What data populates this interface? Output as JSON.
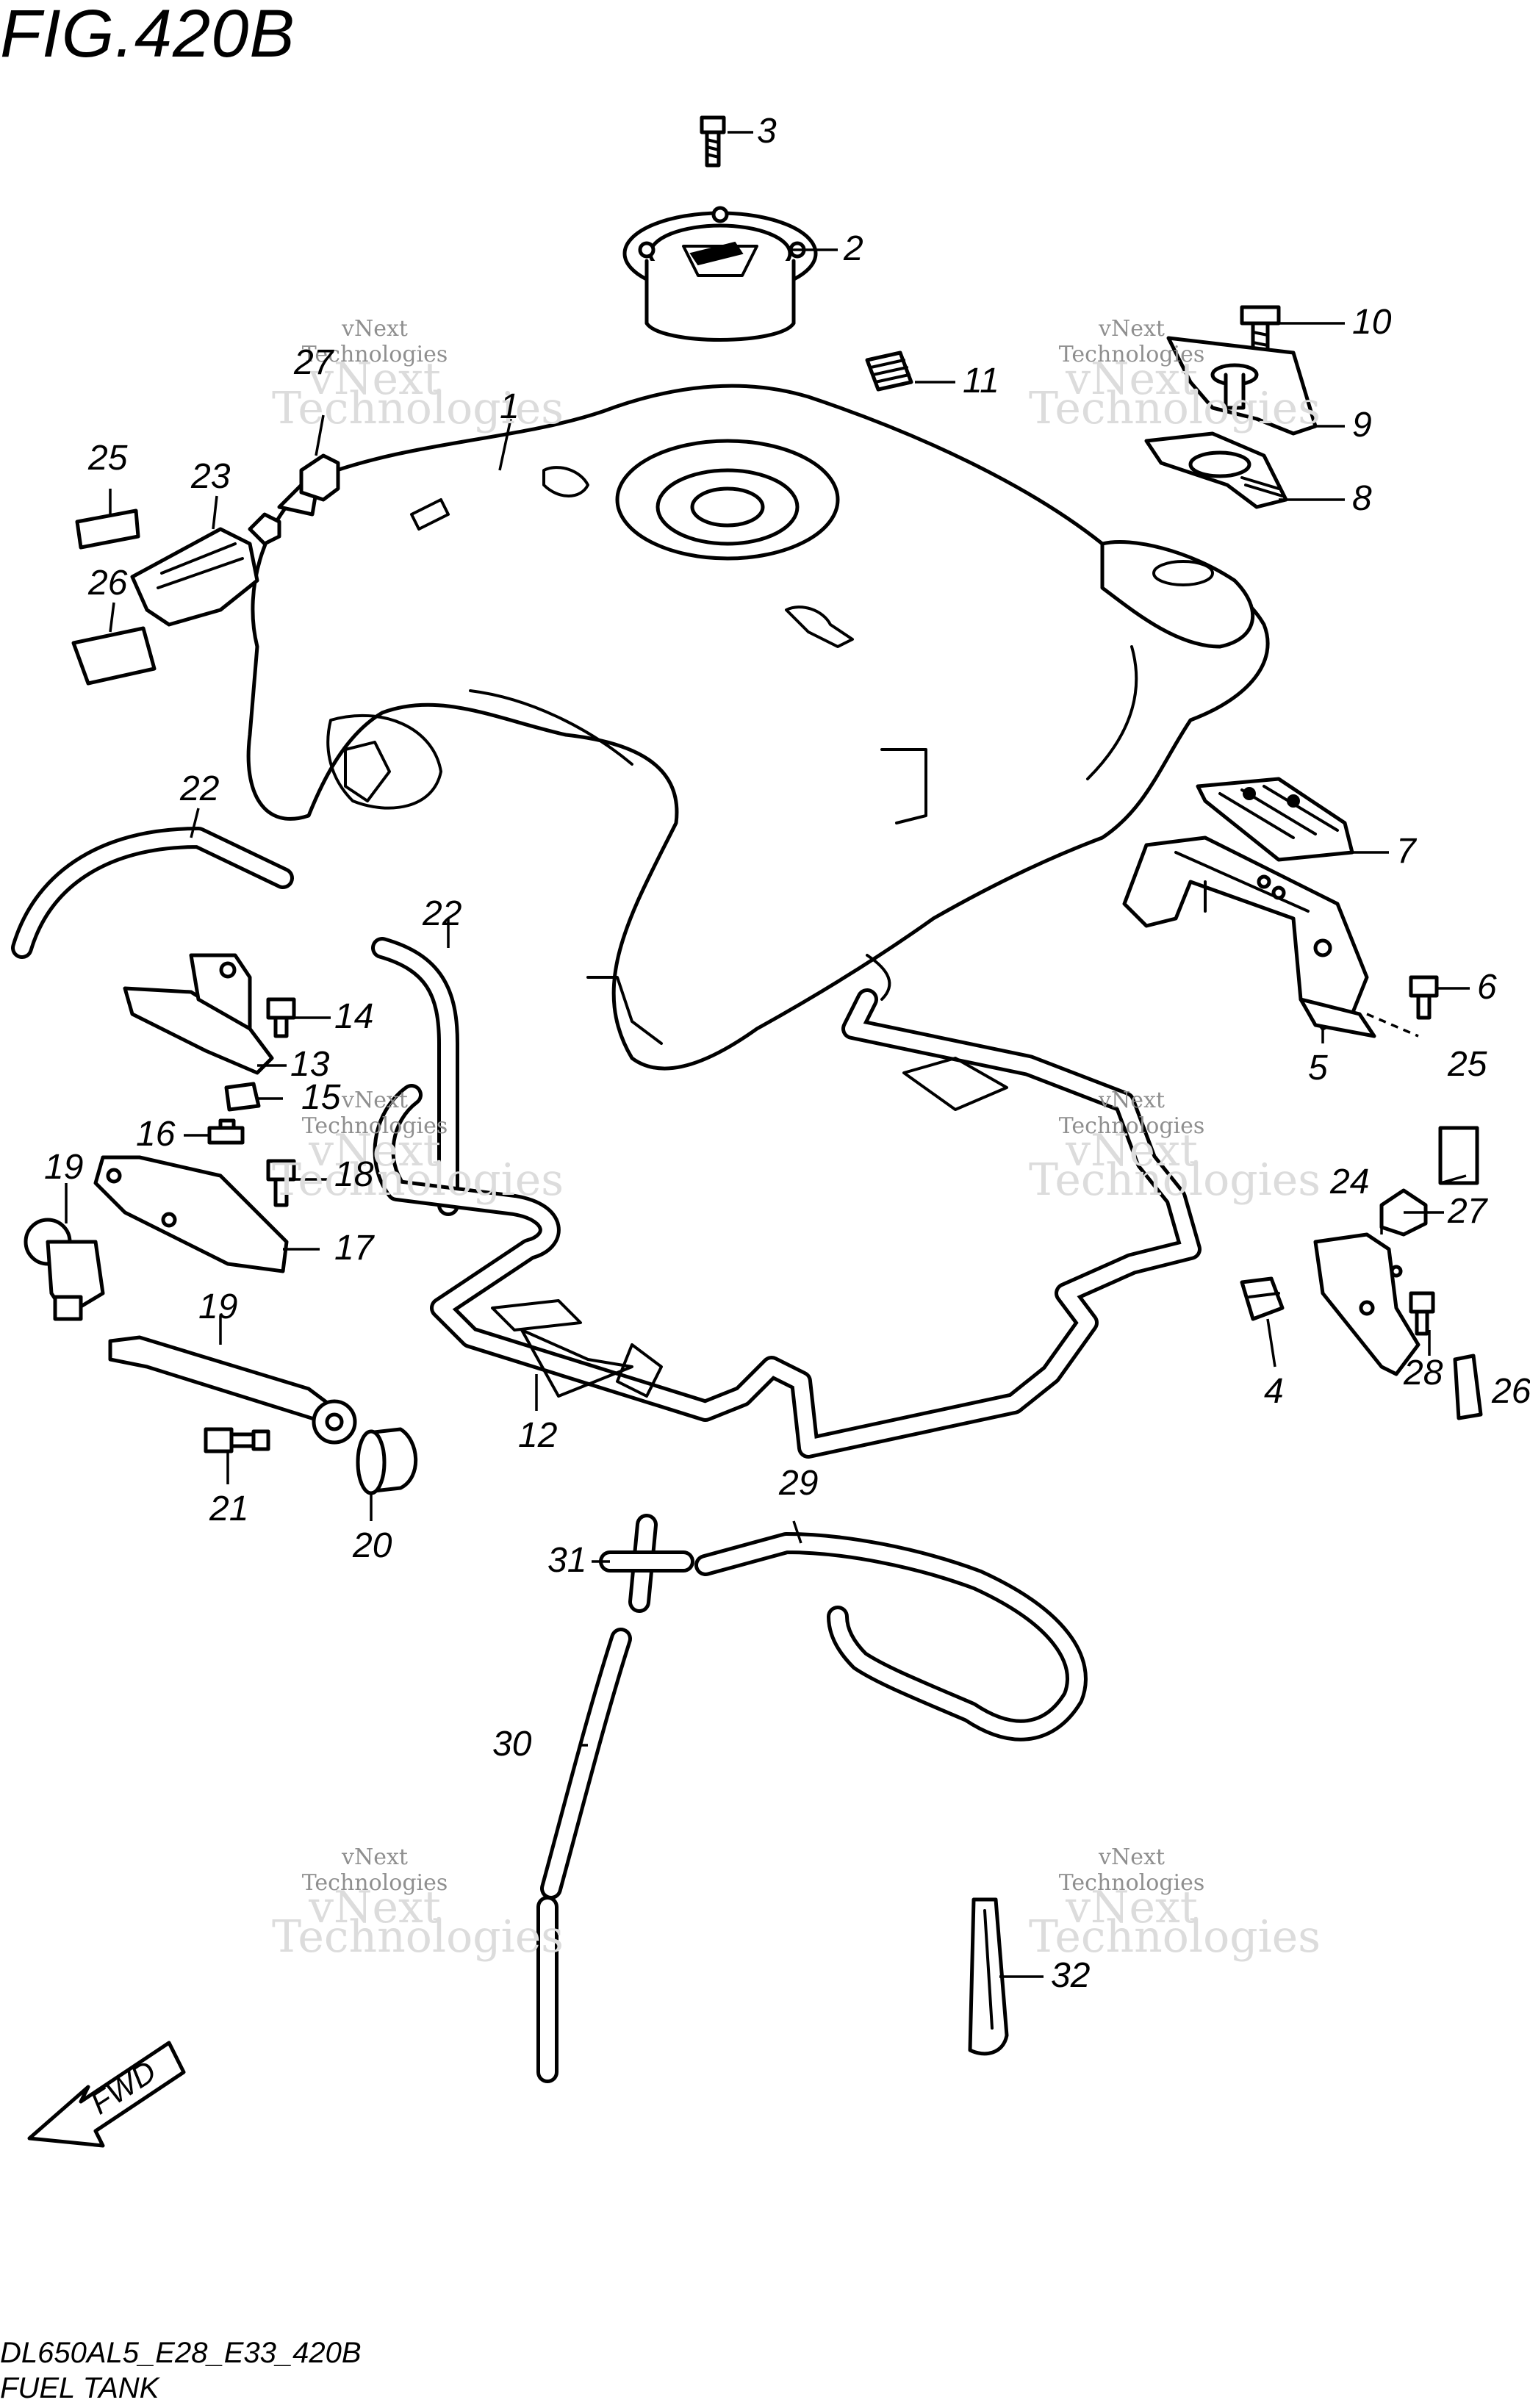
{
  "figure": {
    "title": "FIG.420B",
    "code": "DL650AL5_E28_E33_420B",
    "name": "FUEL TANK",
    "fwd_label": "FWD"
  },
  "watermarks": [
    {
      "line1": "vNext Technologies",
      "line2": "vNext Technologies"
    },
    {
      "line1": "vNext Technologies",
      "line2": "vNext Technologies"
    },
    {
      "line1": "vNext Technologies",
      "line2": "vNext Technologies"
    },
    {
      "line1": "vNext Technologies",
      "line2": "vNext Technologies"
    },
    {
      "line1": "vNext Technologies",
      "line2": "vNext Technologies"
    },
    {
      "line1": "vNext Technologies",
      "line2": "vNext Technologies"
    }
  ],
  "callouts": {
    "c1": "1",
    "c2": "2",
    "c3": "3",
    "c4": "4",
    "c5": "5",
    "c6": "6",
    "c7": "7",
    "c8": "8",
    "c9": "9",
    "c10": "10",
    "c11": "11",
    "c12": "12",
    "c13": "13",
    "c14": "14",
    "c15": "15",
    "c16": "16",
    "c17": "17",
    "c18": "18",
    "c19a": "19",
    "c19b": "19",
    "c20": "20",
    "c21": "21",
    "c22a": "22",
    "c22b": "22",
    "c23": "23",
    "c24": "24",
    "c25a": "25",
    "c25b": "25",
    "c26a": "26",
    "c26b": "26",
    "c27a": "27",
    "c27b": "27",
    "c28": "28",
    "c29": "29",
    "c30": "30",
    "c31": "31",
    "c32": "32"
  }
}
